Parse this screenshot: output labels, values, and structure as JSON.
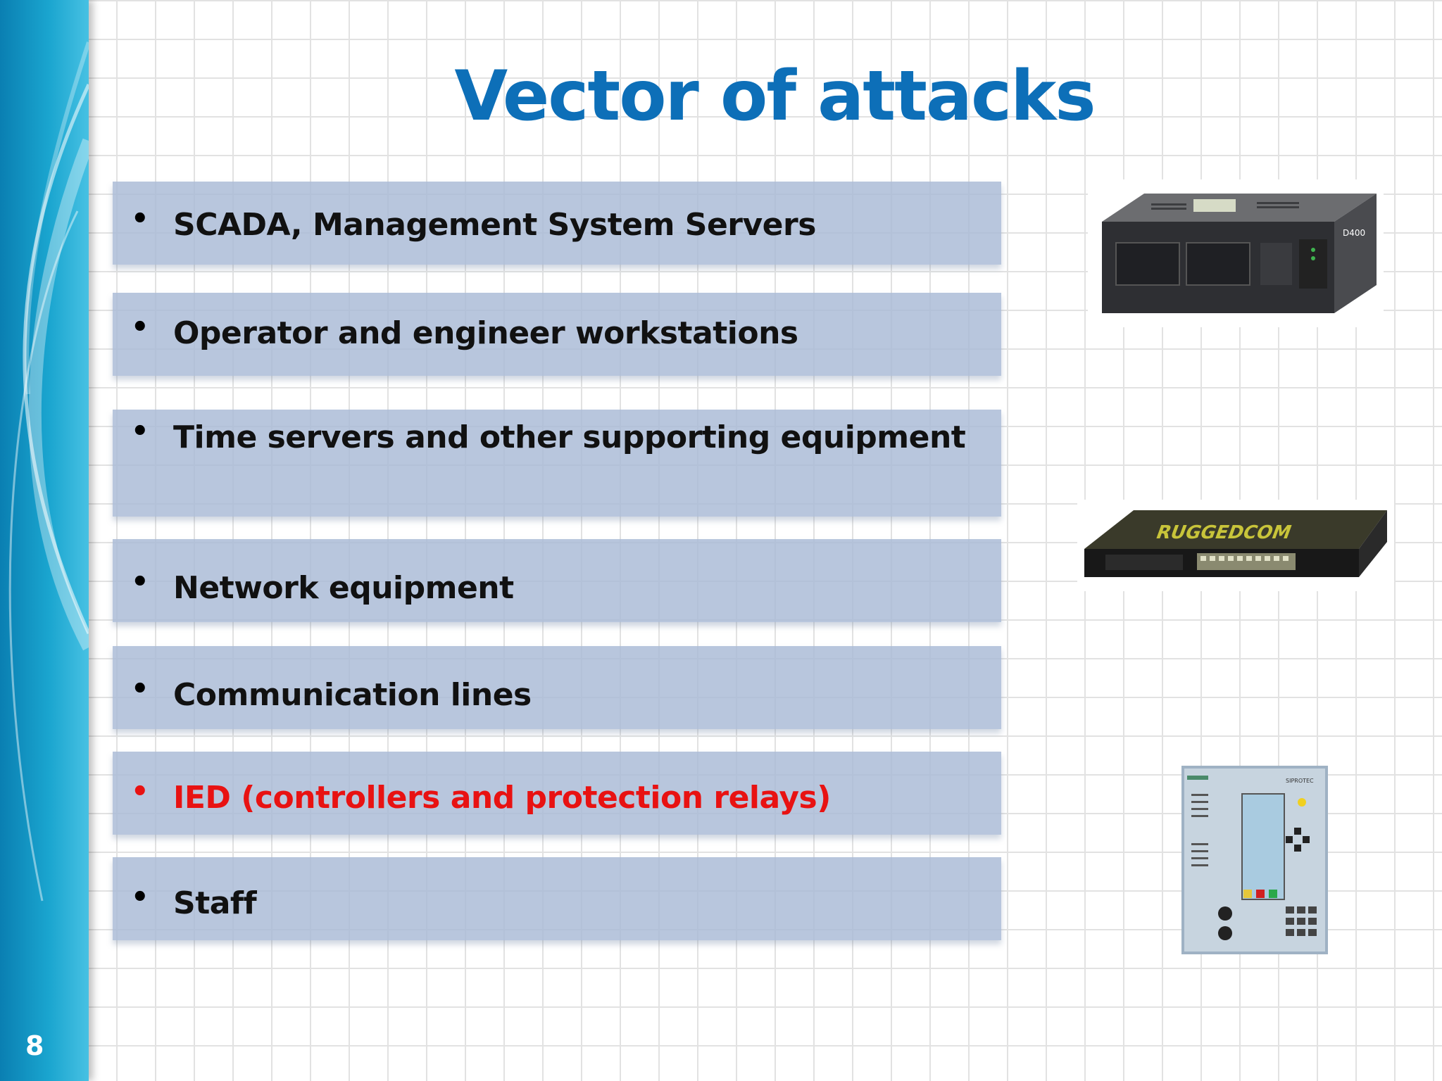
{
  "slide": {
    "title": "Vector of attacks",
    "number": "8"
  },
  "bullets": [
    {
      "text": "SCADA, Management System Servers"
    },
    {
      "text": "Operator and engineer workstations"
    },
    {
      "text": "Time servers and other supporting equipment"
    },
    {
      "text": "Network equipment"
    },
    {
      "text": "Communication lines"
    },
    {
      "text": "IED (controllers and protection relays)",
      "highlight": true
    },
    {
      "text": "Staff"
    }
  ],
  "images": {
    "server": {
      "label": "D400"
    },
    "switch": {
      "label": "RUGGEDCOM"
    },
    "relay": {
      "label": "SIPROTEC"
    }
  },
  "colors": {
    "title": "#0d6fb8",
    "highlight": "#e81212",
    "sidebar": "#1aa5cf",
    "box": "#a8bad6"
  }
}
